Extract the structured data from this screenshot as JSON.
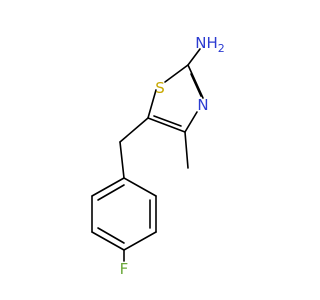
{
  "molecule": {
    "atoms": {
      "S": {
        "text": "S",
        "color": "#c8a800"
      },
      "N": {
        "text": "N",
        "color": "#2b3bd1"
      },
      "NH2": {
        "text": "NH",
        "sub": "2",
        "color": "#2b3bd1"
      },
      "F": {
        "text": "F",
        "color": "#6aa83a"
      }
    },
    "bond_color": "#000000"
  }
}
